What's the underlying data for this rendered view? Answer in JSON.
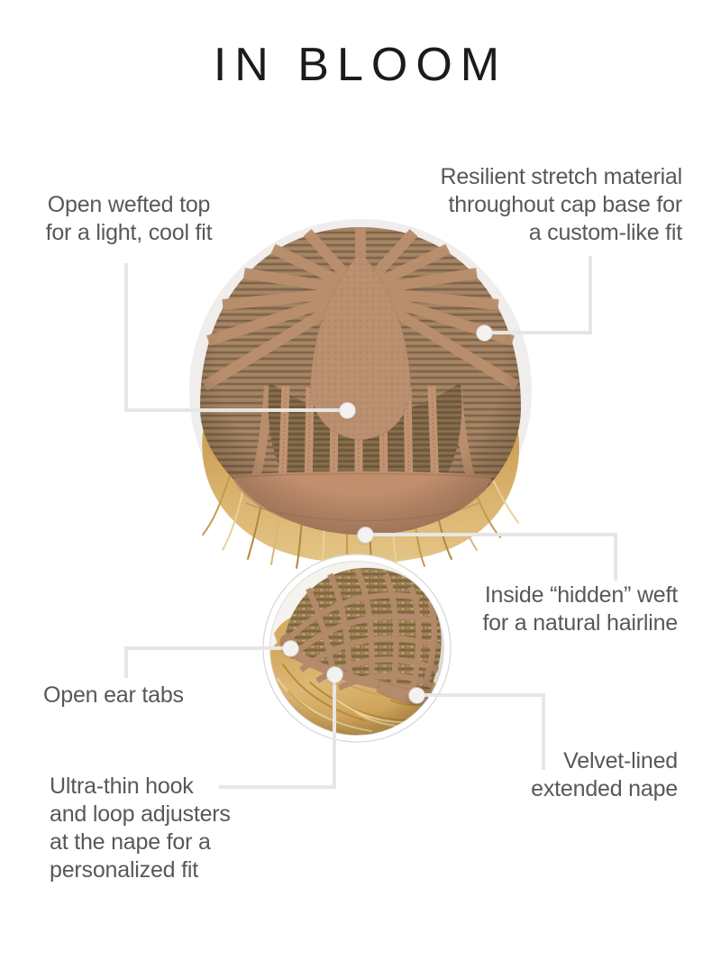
{
  "page": {
    "title": "IN BLOOM"
  },
  "figures": [
    {
      "name": "wig-cap-interior-top-view"
    },
    {
      "name": "wig-cap-back-nape-view"
    }
  ],
  "callouts": [
    {
      "id": "open-wefted-top",
      "text": "Open wefted top\nfor a light, cool fit"
    },
    {
      "id": "resilient-stretch",
      "text": "Resilient stretch material\nthroughout cap base for\na custom-like fit"
    },
    {
      "id": "hidden-weft",
      "text": "Inside “hidden” weft\nfor a natural hairline"
    },
    {
      "id": "open-ear-tabs",
      "text": "Open ear tabs"
    },
    {
      "id": "velvet-nape",
      "text": "Velvet-lined\nextended nape"
    },
    {
      "id": "hook-loop-adjusters",
      "text": "Ultra-thin hook\nand loop adjusters\nat the nape for a\npersonalized fit"
    }
  ],
  "colors": {
    "title_text": "#1b1b1b",
    "label_text": "#57585b",
    "leader_line": "#e7e6e4",
    "callout_dot": "#f3f2f0",
    "backdrop_circle": "#efeeec",
    "cap_tan": "#b98f6e",
    "cap_weft_dark": "#7b6345",
    "cap_band": "#c28f6e",
    "hair_blonde": "#d6ab61",
    "ring_white": "#ffffff"
  }
}
